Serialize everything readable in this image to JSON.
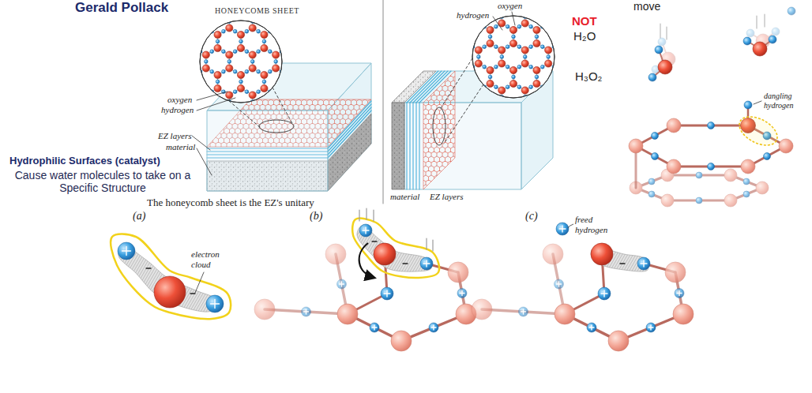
{
  "diagram": {
    "title": "Gerald Pollack",
    "labels": [
      "HONEYCOMB SHEET",
      "oxygen",
      "hydrogen",
      "EZ layers",
      "material",
      "Hydrophilic Surfaces (catalyst)",
      "Cause water molecules to take on a Specific Structure",
      "The honeycomb sheet is the EZ's unitary",
      "oxygen",
      "hydrogen",
      "NOT",
      "H₂O",
      "H₃O₂",
      "material",
      "EZ layers",
      "move",
      "dangling hydrogen",
      "(a)",
      "(b)",
      "(c)",
      "electron cloud",
      "freed hydrogen"
    ]
  }
}
